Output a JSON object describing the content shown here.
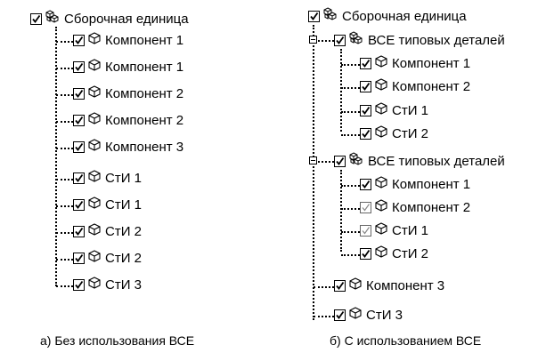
{
  "left": {
    "root": "Сборочная единица",
    "items": [
      "Компонент 1",
      "Компонент 1",
      "Компонент 2",
      "Компонент 2",
      "Компонент 3",
      "СтИ 1",
      "СтИ 1",
      "СтИ 2",
      "СтИ 2",
      "СтИ 3"
    ],
    "caption": "а) Без использования ВСЕ"
  },
  "right": {
    "root": "Сборочная единица",
    "groups": [
      {
        "label": "ВСЕ типовых деталей",
        "items": [
          "Компонент 1",
          "Компонент 2",
          "СтИ 1",
          "СтИ 2"
        ]
      },
      {
        "label": "ВСЕ типовых деталей",
        "items": [
          "Компонент 1",
          "Компонент 2",
          "СтИ 1",
          "СтИ 2"
        ]
      }
    ],
    "items": [
      "Компонент 3",
      "СтИ 3"
    ],
    "caption": "б) С использованием ВСЕ"
  },
  "icons": {
    "checkbox": "checkbox-checked",
    "part": "part-cube-icon",
    "assembly": "assembly-cubes-icon",
    "collapse": "collapse-minus-icon"
  }
}
